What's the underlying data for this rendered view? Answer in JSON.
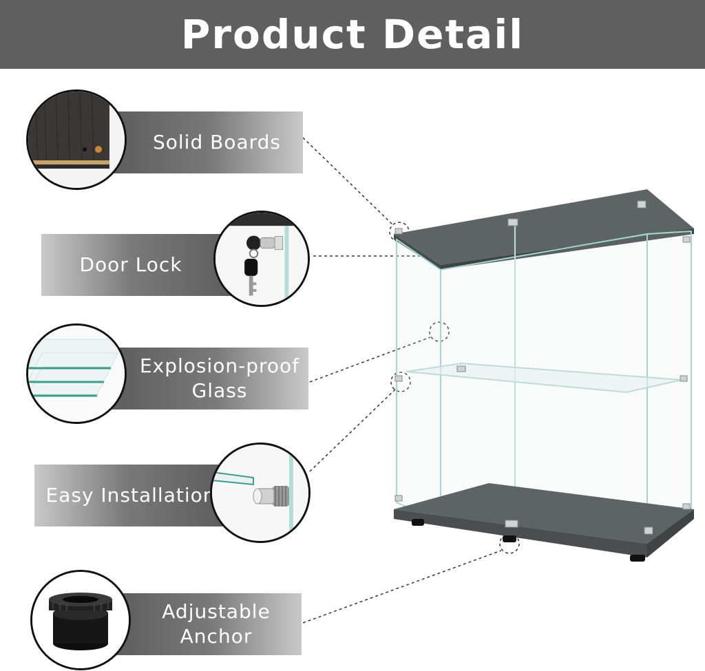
{
  "header": {
    "title": "Product Detail"
  },
  "features": [
    {
      "label": "Solid Boards"
    },
    {
      "label": "Door Lock"
    },
    {
      "label_line1": "Explosion-proof",
      "label_line2": "Glass"
    },
    {
      "label": "Easy Installation"
    },
    {
      "label_line1": "Adjustable",
      "label_line2": "Anchor"
    }
  ],
  "colors": {
    "header_bg": "#5f5f5f",
    "banner_dark": "#5a5a5a",
    "board": "#5e6366",
    "glass_edge": "#9fd8cf"
  },
  "icons": [
    "wood-board-icon",
    "lock-key-icon",
    "glass-pane-icon",
    "screw-bolt-icon",
    "foot-anchor-icon"
  ]
}
